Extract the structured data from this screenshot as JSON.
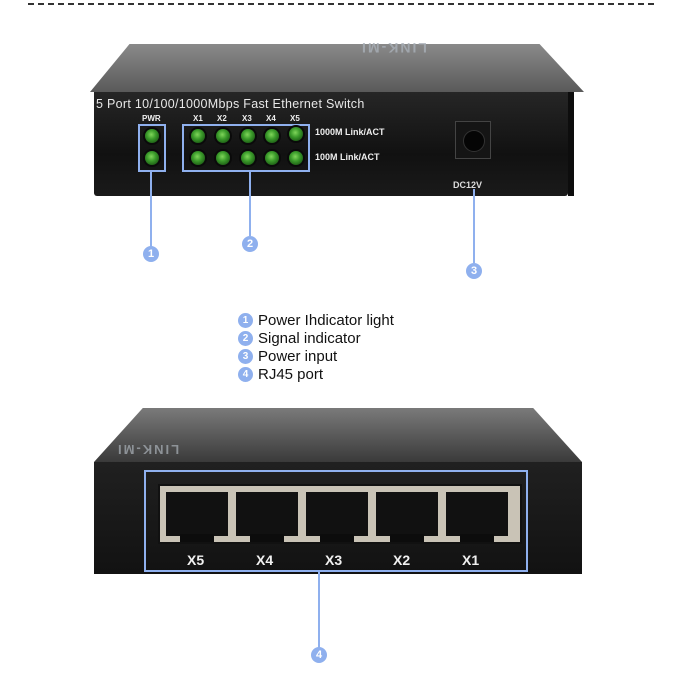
{
  "top_view": {
    "brand": "LINK-MI",
    "title": "5 Port 10/100/1000Mbps Fast Ethernet Switch",
    "pwr_label": "PWR",
    "port_labels": [
      "X1",
      "X2",
      "X3",
      "X4",
      "X5"
    ],
    "row_labels": [
      "1000M Link/ACT",
      "100M Link/ACT"
    ],
    "dc_label": "DC12V",
    "led_color": "#3a9a2a"
  },
  "callouts": [
    "1",
    "2",
    "3",
    "4"
  ],
  "legend": [
    {
      "num": "1",
      "text": "Power Ihdicator light"
    },
    {
      "num": "2",
      "text": "Signal indicator"
    },
    {
      "num": "3",
      "text": "Power input"
    },
    {
      "num": "4",
      "text": "RJ45 port"
    }
  ],
  "bottom_view": {
    "brand": "LINK-MI",
    "ports": [
      "X5",
      "X4",
      "X3",
      "X2",
      "X1"
    ]
  },
  "accent_color": "#8fb0ee"
}
